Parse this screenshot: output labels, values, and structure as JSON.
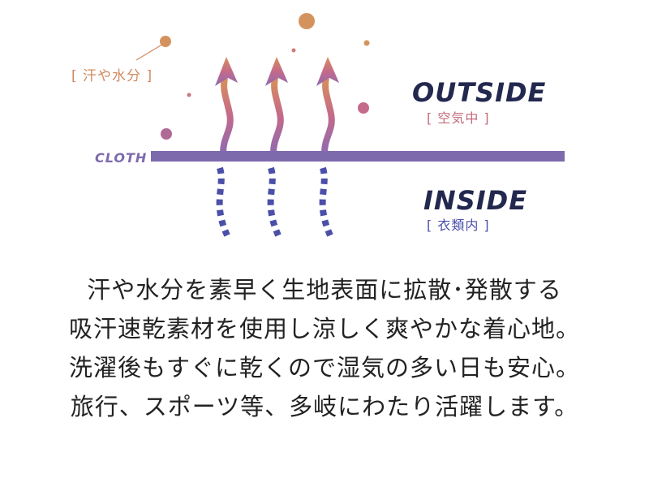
{
  "colors": {
    "cloth": "#7d6aad",
    "dark_text": "#23284f",
    "sweat": "#d08a5e",
    "inside_dash": "#4b4fa8",
    "arrow_top": "#d48a5a",
    "arrow_mid": "#c06a8c",
    "arrow_bottom": "#8f6ab0",
    "particle": "#c77a80"
  },
  "labels": {
    "sweat": "[ 汗や水分 ]",
    "outside": "OUTSIDE",
    "outside_sub": "[ 空気中 ]",
    "cloth": "CLOTH",
    "inside": "INSIDE",
    "inside_sub": "[ 衣類内 ]"
  },
  "description": {
    "line1": "汗や水分を素早く生地表面に拡散･発散する",
    "line2": "吸汗速乾素材を使用し涼しく爽やかな着心地。",
    "line3": "洗濯後もすぐに乾くので湿気の多い日も安心。",
    "line4": "旅行、スポーツ等、多岐にわたり活躍します。"
  }
}
